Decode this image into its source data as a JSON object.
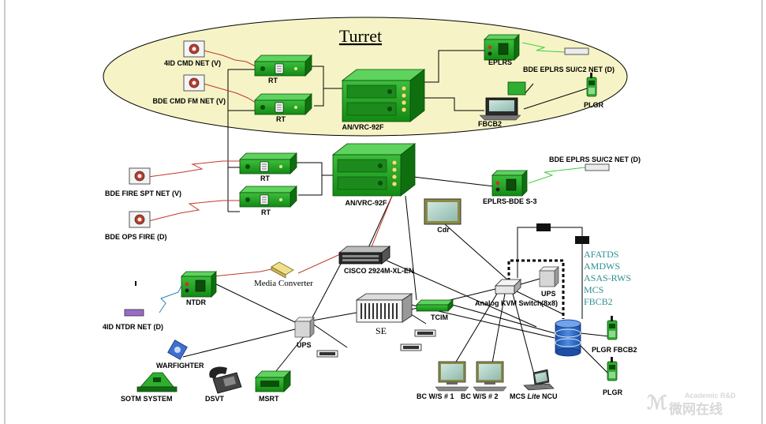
{
  "title": "Turret",
  "labels": {
    "cmd_net": "4ID CMD NET (V)",
    "fm_net": "BDE CMD FM NET (V)",
    "fire_spt": "BDE FIRE SPT NET (V)",
    "ops_fire": "BDE OPS FIRE (D)",
    "rt": "RT",
    "anvrc": "AN/VRC-92F",
    "eplrs": "EPLRS",
    "eplrs_net_top": "BDE EPLRS SU/C2 NET (D)",
    "eplrs_net_mid": "BDE EPLRS SU/C2 NET (D)",
    "plgr": "PLGR",
    "fbcb2": "FBCB2",
    "eplrs_bde": "EPLRS-BDE S-3",
    "cdr": "Cdr",
    "cisco": "CISCO 2924M-XL-EN",
    "media_converter": "Media Converter",
    "ntdr": "NTDR",
    "ntdr_net": "4ID NTDR NET (D)",
    "ups": "UPS",
    "se": "SE",
    "tcim": "TCIM",
    "kvm": "Analog KVM Switch",
    "kvm_size": "(8x8)",
    "plgr_fbcb2": "PLGR FBCB2",
    "warfighter": "WARFIGHTER",
    "sotm": "SOTM SYSTEM",
    "dsvt": "DSVT",
    "msrt": "MSRT",
    "bcws1": "BC W/S # 1",
    "bcws2": "BC W/S # 2",
    "mcs_pre": "MCS ",
    "mcs_lite": "Lite",
    "mcs_post": " NCU",
    "watermark_en": "Academic R&D",
    "watermark_cn": "微网在线"
  },
  "systems": [
    "AFATDS",
    "AMDWS",
    "ASAS-RWS",
    "MCS",
    "FBCB2"
  ],
  "colors": {
    "turret_fill": "#f6f4c6",
    "equipment": "#2a9a2a",
    "equipment_dark": "#136b13",
    "radio_link": "#c0392b",
    "eplrs_link": "#3fcf3f",
    "ntdr_link": "#2980b9",
    "systems_text": "#2c8f8f"
  }
}
